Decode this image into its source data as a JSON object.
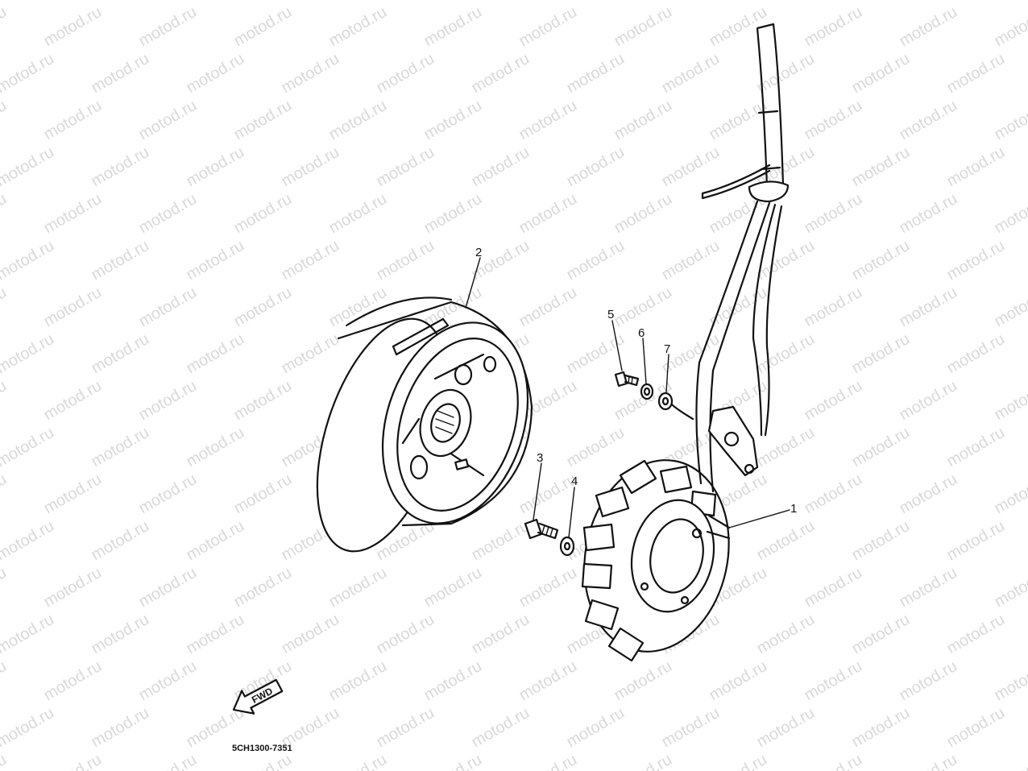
{
  "watermark": {
    "text": "motod.ru",
    "color": "#d9d9d9"
  },
  "callouts": [
    {
      "id": "1",
      "label": "1"
    },
    {
      "id": "2",
      "label": "2"
    },
    {
      "id": "3",
      "label": "3"
    },
    {
      "id": "4",
      "label": "4"
    },
    {
      "id": "5",
      "label": "5"
    },
    {
      "id": "6",
      "label": "6"
    },
    {
      "id": "7",
      "label": "7"
    }
  ],
  "direction_arrow": {
    "label": "FWD"
  },
  "diagram_code": "5CH1300-7351"
}
